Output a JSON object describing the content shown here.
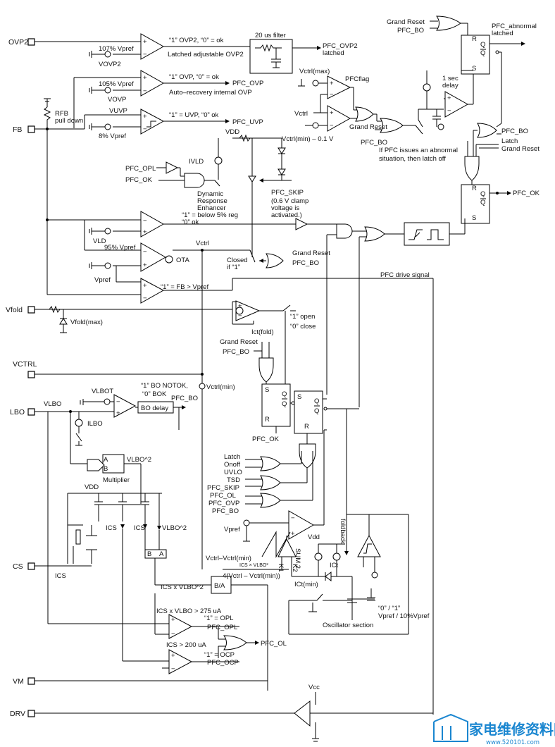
{
  "pins": {
    "ovp2": "OVP2",
    "fb": "FB",
    "vfold": "Vfold",
    "vctrl": "VCTRL",
    "lbo": "LBO",
    "cs": "CS",
    "vm": "VM",
    "drv": "DRV"
  },
  "labels": {
    "ovp2_desc": "“1” OVP2, “0” = ok",
    "ovp2_latched": "Latched adjustable OVP2",
    "vref107": "107% Vpref",
    "vovp2": "VOVP2",
    "filter": "20 us filter",
    "pfc_ovp2": "PFC_OVP2",
    "latched": "latched",
    "ovp_desc": "“1” OVP, “0” = ok",
    "vref105": "105% Vpref",
    "vovp": "VOVP",
    "pfc_ovp": "PFC_OVP",
    "autorecovery": "Auto–recovery internal OVP",
    "vuvp": "VUVP",
    "vref8": "8% Vpref",
    "uvp_desc": "“1” = UVP, “0” ok",
    "pfc_uvp": "PFC_UVP",
    "rfb": "RFB",
    "pulldown": "pull down",
    "vdd": "VDD",
    "vctrl_max": "Vctrl(max)",
    "pfcflag": "PFCflag",
    "vctrl_small": "Vctrl",
    "grand_reset": "Grand Reset",
    "pfc_bo": "PFC_BO",
    "vctrl_min_01": "Vctrl(min) – 0.1 V",
    "abnormal_note1": "If PFC issues an abnormal",
    "abnormal_note2": "situation, then latch off",
    "one_sec": "1 sec",
    "delay": "delay",
    "pfc_abnormal": "PFC_abnormal",
    "pfc_abnormal_latched": "latched",
    "grand_reset_top": "Grand Reset",
    "pfc_bo_top": "PFC_BO",
    "latch": "Latch",
    "pfc_bo_right": "PFC_BO",
    "grand_reset_right": "Grand Reset",
    "pfc_ok_out": "PFC_OK",
    "pfc_opl": "PFC_OPL",
    "pfc_ok_in": "PFC_OK",
    "ivld": "IVLD",
    "dyn1": "Dynamic",
    "dyn2": "Response",
    "dyn3": "Enhancer",
    "pfc_skip": "PFC_SKIP",
    "skip1": "(0.6 V clamp",
    "skip2": "voltage is",
    "skip3": "activated.)",
    "below5": "“1” = below 5% reg",
    "zero_ok": "“0” ok",
    "vld": "VLD",
    "vref95": "95% Vpref",
    "vctrl_top": "Vctrl",
    "ota": "OTA",
    "closed1": "Closed",
    "closed2": "if “1”",
    "grand_reset_ota": "Grand Reset",
    "pfc_bo_ota": "PFC_BO",
    "vpref": "Vpref",
    "fb_vpref": "“1” = FB > Vpref",
    "pfc_drive": "PFC drive signal",
    "vfold_max": "Vfold(max)",
    "ict_fold": "Ict(fold)",
    "open1": "“1” open",
    "close0": "“0” close",
    "grand_reset_mid": "Grand Reset",
    "pfc_bo_mid": "PFC_BO",
    "s": "S",
    "q": "Q",
    "qbar": "Q",
    "r": "R",
    "pfc_ok_ff": "PFC_OK",
    "vctrl_min": "Vctrl(min)",
    "bo_notok": "“1” BO NOTOK,",
    "bo_bok": "“0” BOK",
    "vlbot": "VLBOT",
    "bo_delay": "BO delay",
    "pfc_bo_lbo": "PFC_BO",
    "vlbo": "VLBO",
    "ilbo": "ILBO",
    "vlbo2": "VLBO^2",
    "multiplier": "Multiplier",
    "vdd_cm": "VDD",
    "ics": "ICS",
    "vlbo2_b": "VLBO^2",
    "ics_cs": "ICS",
    "ics_x_vlbo2": "ICS x VLBO^2",
    "b_over_a": "B/A",
    "vctrl_minus": "Vctrl–Vctrl(min)",
    "formula_num": "ICS × VLBO²",
    "formula_den": "4(Vctrl – Vctrl(min))",
    "latch_in": "Latch",
    "onoff": "Onoff",
    "uvlo": "UVLO",
    "tsd": "TSD",
    "pfc_skip_in": "PFC_SKIP",
    "pfc_ol_in": "PFC_OL",
    "pfc_ovp_in": "PFC_OVP",
    "pfc_bo_in": "PFC_BO",
    "vpref_sum": "Vpref",
    "sum2": "SUM 2",
    "foldback": "foldback",
    "vdd_osc": "Vdd",
    "ict": "ICt",
    "ict_min": "ICt(min)",
    "k1": "K1",
    "k2": "K2",
    "zero_one": "“0” / “1”",
    "vpref_10": "Vpref / 10%Vpref",
    "oscillator": "Oscillator section",
    "opl_cond": "ICS x VLBO > 275 uA",
    "opl_one": "“1” = OPL",
    "pfc_opl_out": "PFC_OPL",
    "pfc_ol_out": "PFC_OL",
    "ocp_cond": "ICS > 200 uA",
    "ocp_one": "“1” = OCP",
    "pfc_ocp": "PFC_OCP",
    "vcc": "Vcc"
  },
  "watermark": {
    "cn": "家电维修资料网",
    "sub": "www.520101.com"
  }
}
